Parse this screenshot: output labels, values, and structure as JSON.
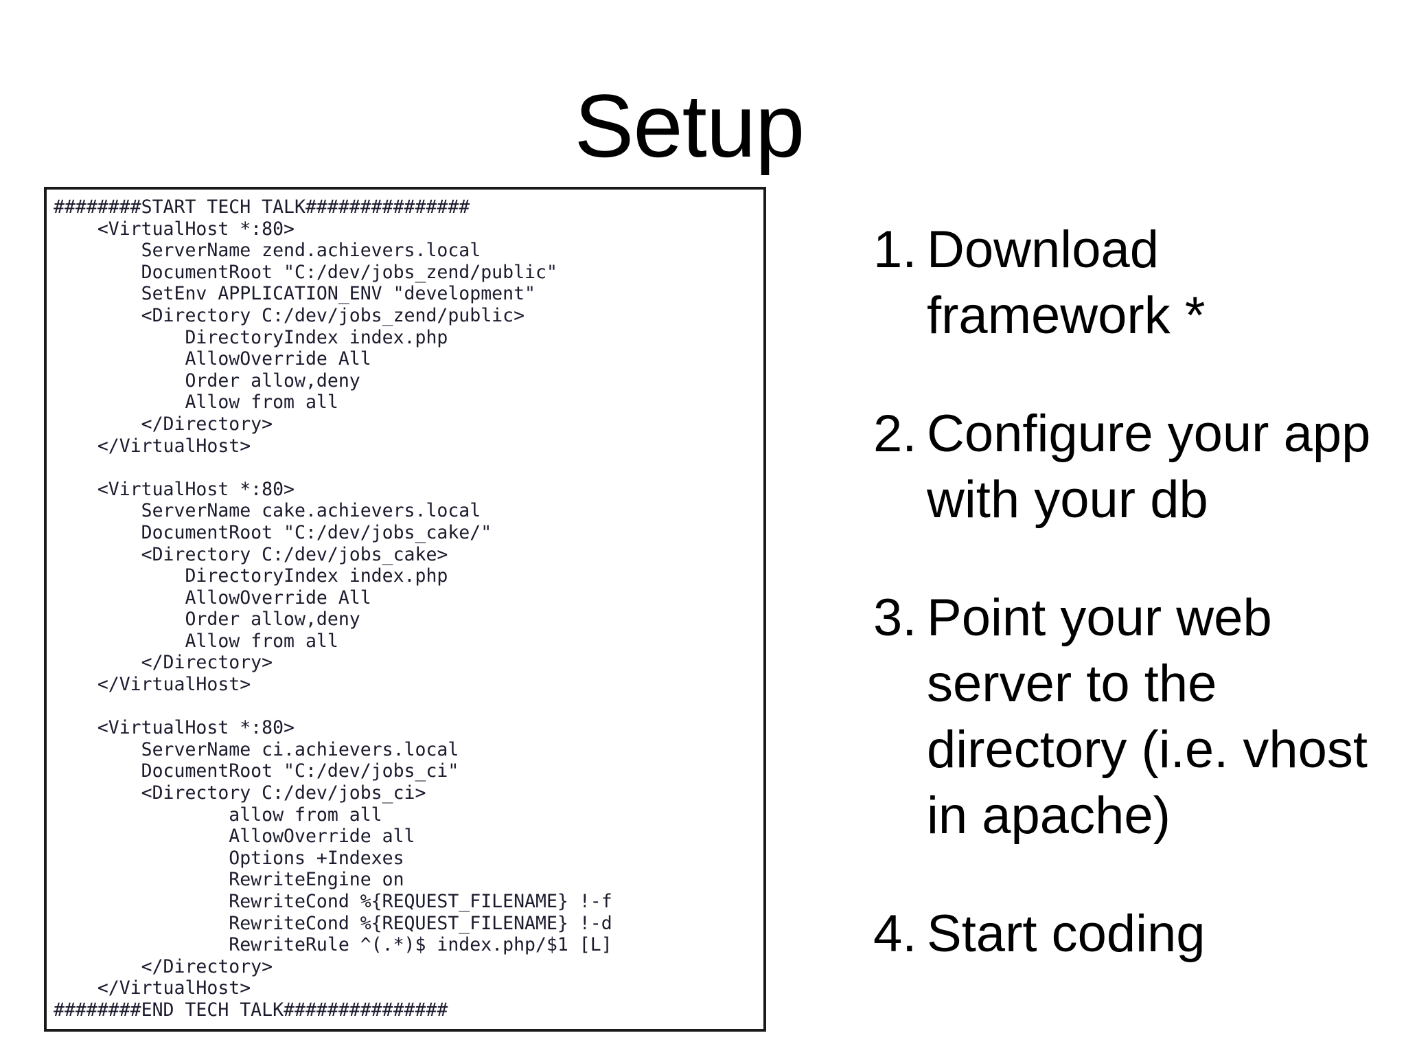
{
  "slide": {
    "title": "Setup"
  },
  "code_panel": {
    "name": "apache-vhost-configuration",
    "language": "apache-conf",
    "text": "########START TECH TALK###############\n    <VirtualHost *:80>\n        ServerName zend.achievers.local\n        DocumentRoot \"C:/dev/jobs_zend/public\"\n        SetEnv APPLICATION_ENV \"development\"\n        <Directory C:/dev/jobs_zend/public>\n            DirectoryIndex index.php\n            AllowOverride All\n            Order allow,deny\n            Allow from all\n        </Directory>\n    </VirtualHost>\n\n    <VirtualHost *:80>\n        ServerName cake.achievers.local\n        DocumentRoot \"C:/dev/jobs_cake/\"\n        <Directory C:/dev/jobs_cake>\n            DirectoryIndex index.php\n            AllowOverride All\n            Order allow,deny\n            Allow from all\n        </Directory>\n    </VirtualHost>\n\n    <VirtualHost *:80>\n        ServerName ci.achievers.local\n        DocumentRoot \"C:/dev/jobs_ci\"\n        <Directory C:/dev/jobs_ci>\n                allow from all\n                AllowOverride all\n                Options +Indexes\n                RewriteEngine on\n                RewriteCond %{REQUEST_FILENAME} !-f\n                RewriteCond %{REQUEST_FILENAME} !-d\n                RewriteRule ^(.*)$ index.php/$1 [L]\n        </Directory>\n    </VirtualHost>\n########END TECH TALK###############",
    "lines": [
      "########START TECH TALK###############",
      "    <VirtualHost *:80>",
      "        ServerName zend.achievers.local",
      "        DocumentRoot \"C:/dev/jobs_zend/public\"",
      "        SetEnv APPLICATION_ENV \"development\"",
      "        <Directory C:/dev/jobs_zend/public>",
      "            DirectoryIndex index.php",
      "            AllowOverride All",
      "            Order allow,deny",
      "            Allow from all",
      "        </Directory>",
      "    </VirtualHost>",
      "",
      "    <VirtualHost *:80>",
      "        ServerName cake.achievers.local",
      "        DocumentRoot \"C:/dev/jobs_cake/\"",
      "        <Directory C:/dev/jobs_cake>",
      "            DirectoryIndex index.php",
      "            AllowOverride All",
      "            Order allow,deny",
      "            Allow from all",
      "        </Directory>",
      "    </VirtualHost>",
      "",
      "    <VirtualHost *:80>",
      "        ServerName ci.achievers.local",
      "        DocumentRoot \"C:/dev/jobs_ci\"",
      "        <Directory C:/dev/jobs_ci>",
      "                allow from all",
      "                AllowOverride all",
      "                Options +Indexes",
      "                RewriteEngine on",
      "                RewriteCond %{REQUEST_FILENAME} !-f",
      "                RewriteCond %{REQUEST_FILENAME} !-d",
      "                RewriteRule ^(.*)$ index.php/$1 [L]",
      "        </Directory>",
      "    </VirtualHost>",
      "########END TECH TALK###############"
    ]
  },
  "steps": {
    "items": [
      {
        "number": "1.",
        "text": "Download framework *"
      },
      {
        "number": "2.",
        "text": "Configure your app with your db"
      },
      {
        "number": "3.",
        "text": "Point your web server to the directory (i.e. vhost in apache)"
      },
      {
        "number": "4.",
        "text": "Start coding"
      }
    ]
  },
  "colors": {
    "background": "#ffffff",
    "text": "#000000",
    "code_text": "#1b1b2e",
    "code_border": "#1a1a1a"
  }
}
